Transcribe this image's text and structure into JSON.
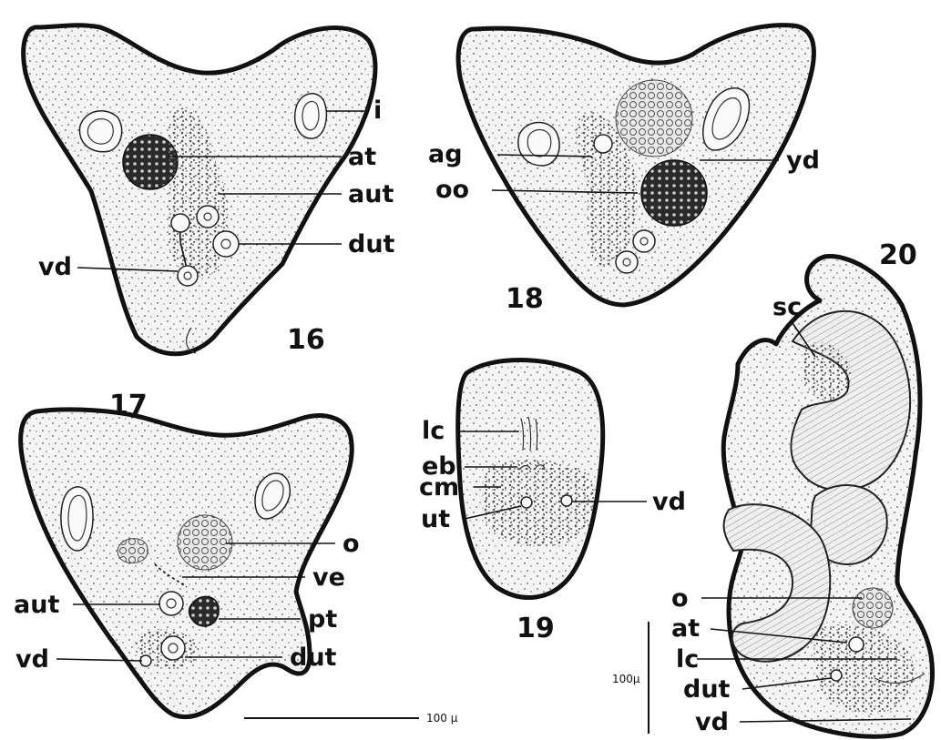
{
  "figures": {
    "fig16": {
      "number": "16",
      "labels": {
        "i": "i",
        "at": "at",
        "aut": "aut",
        "dut": "dut",
        "vd": "vd"
      }
    },
    "fig17": {
      "number": "17",
      "labels": {
        "o": "o",
        "ve": "ve",
        "aut": "aut",
        "pt": "pt",
        "vd": "vd",
        "dut": "dut"
      },
      "scale_bar": "100 µ"
    },
    "fig18": {
      "number": "18",
      "labels": {
        "ag": "ag",
        "oo": "oo",
        "yd": "yd"
      }
    },
    "fig19": {
      "number": "19",
      "labels": {
        "lc": "lc",
        "eb": "eb",
        "cm": "cm",
        "ut": "ut",
        "vd": "vd"
      }
    },
    "fig20": {
      "number": "20",
      "labels": {
        "sc": "sc",
        "o": "o",
        "at": "at",
        "lc": "lc",
        "dut": "dut",
        "vd": "vd"
      },
      "scale_bar": "100µ"
    }
  }
}
